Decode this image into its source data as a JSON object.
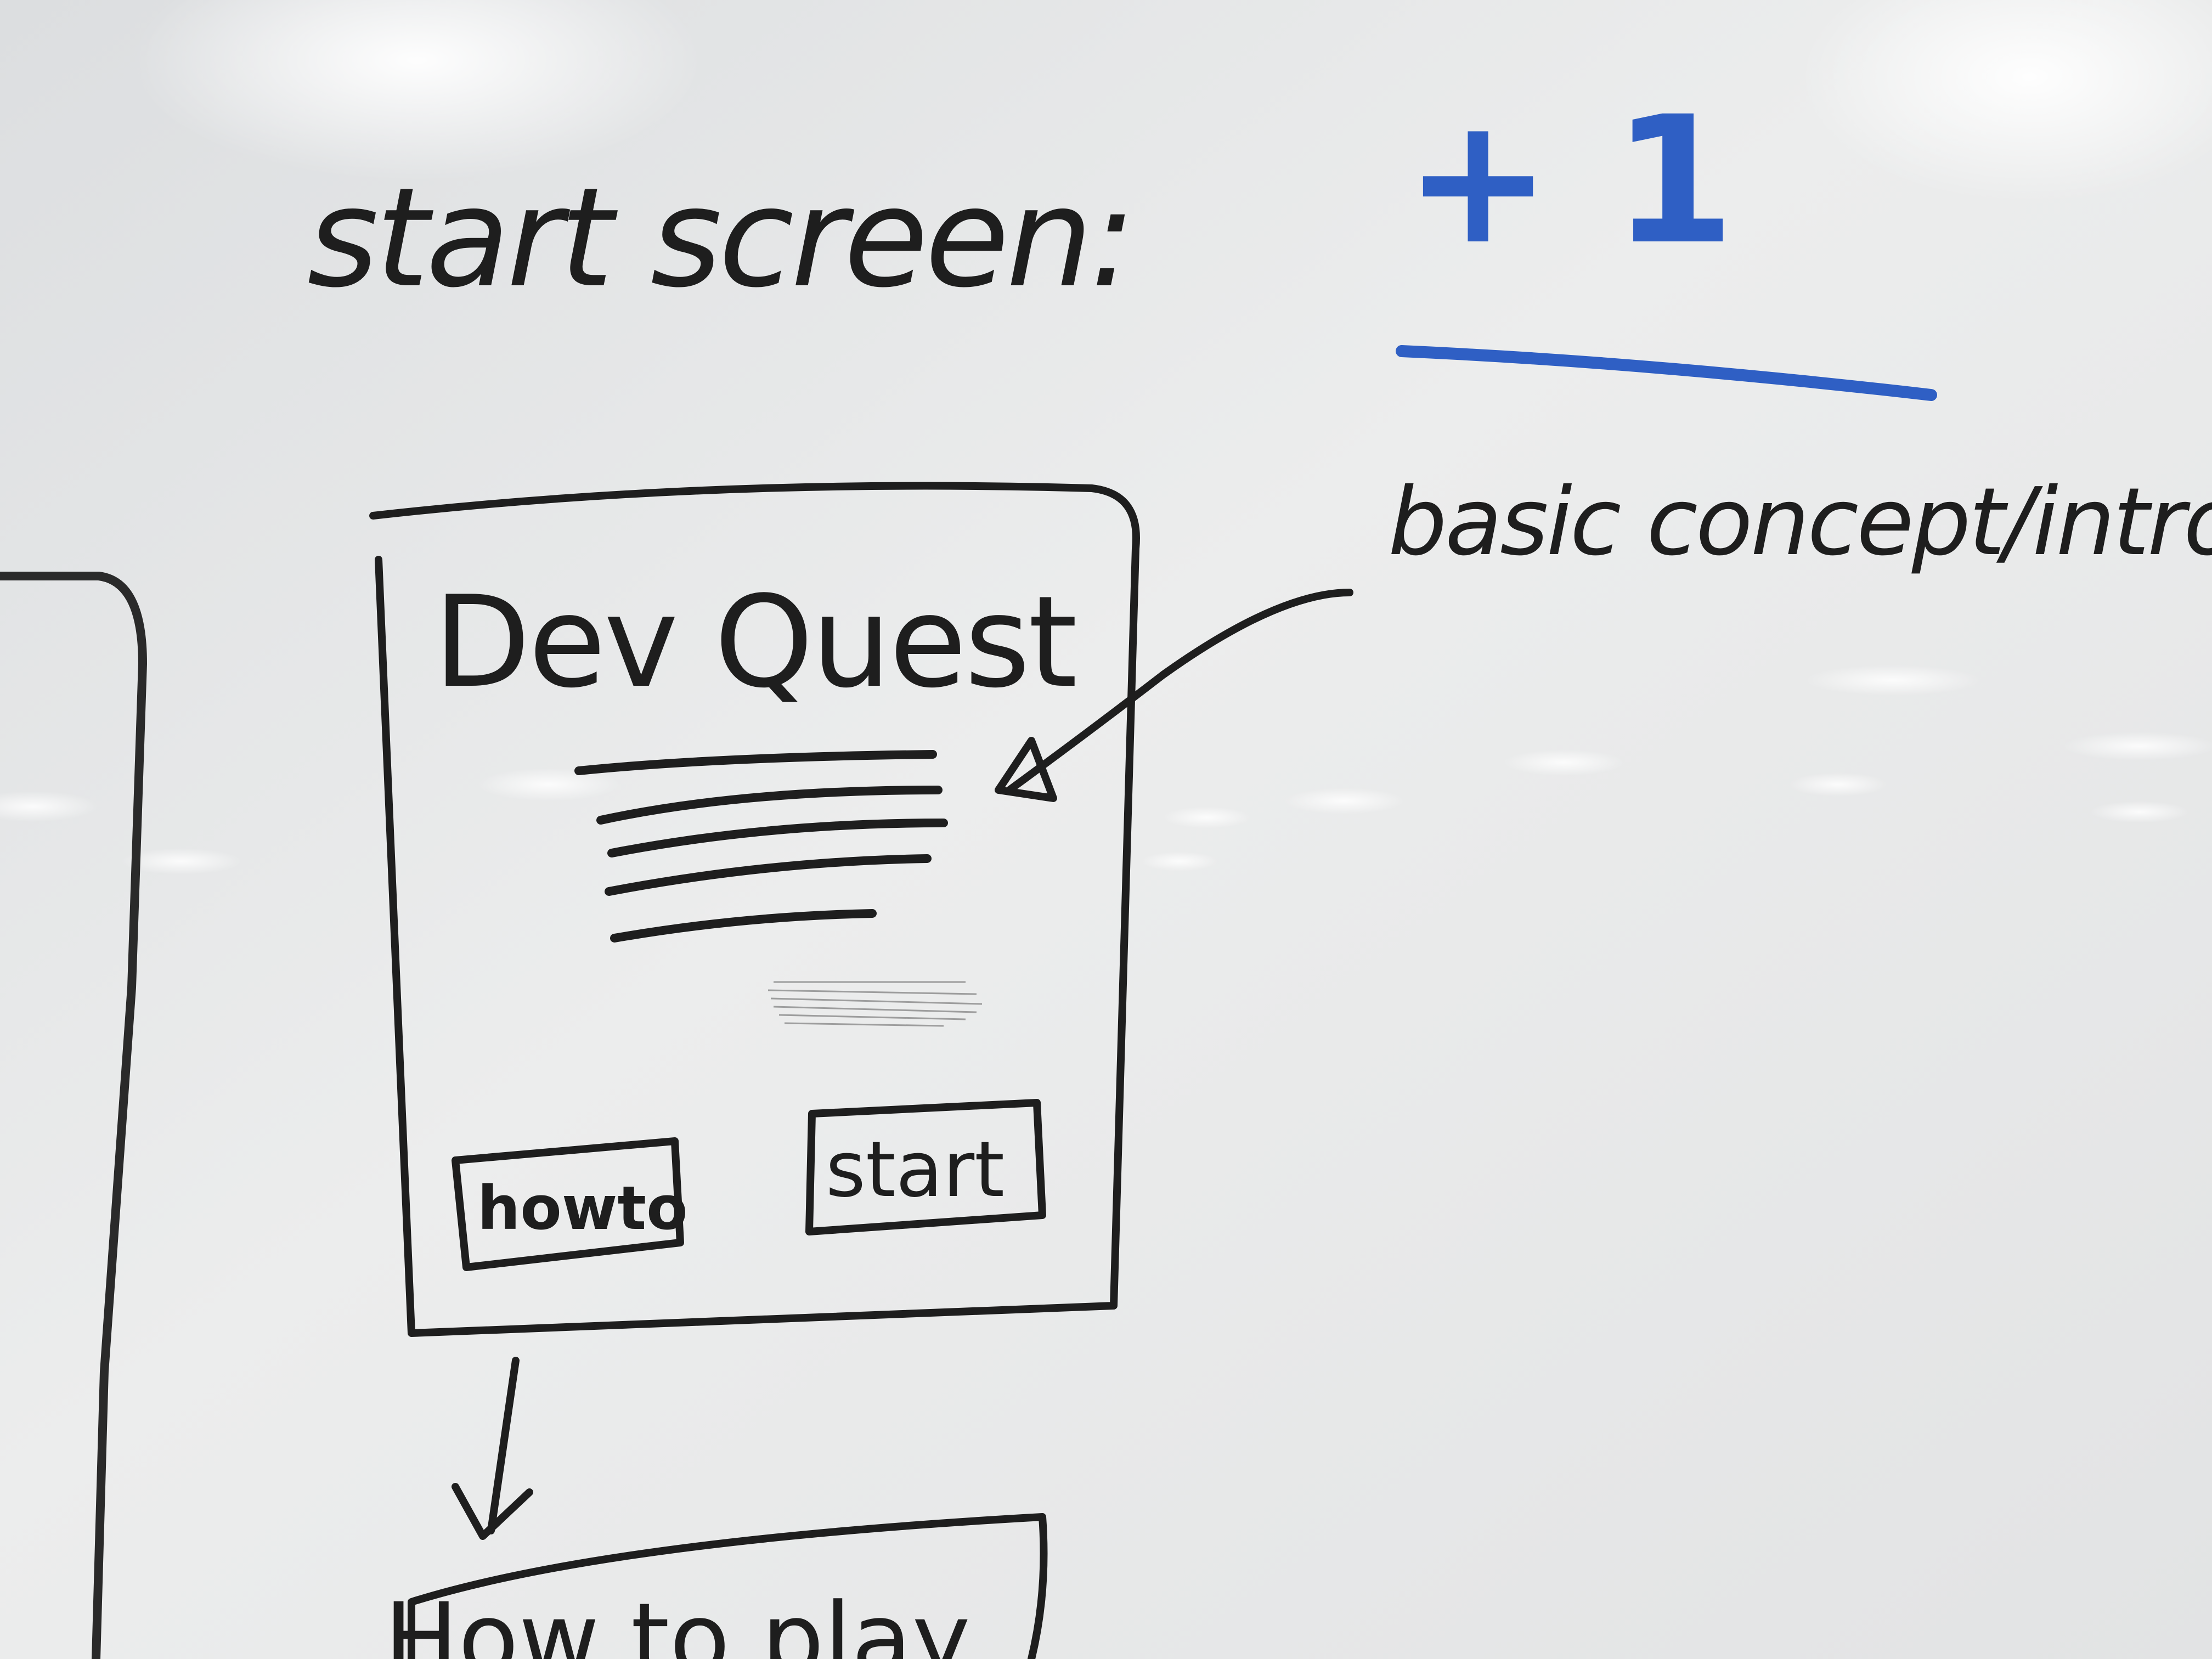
{
  "board": {
    "heading": "start screen:",
    "vote": "+ 1",
    "annotation": "basic concept/intro",
    "mockup": {
      "title": "Dev Quest",
      "buttons": {
        "howto": "howto",
        "start": "start"
      }
    },
    "next_screen_label": "How to play"
  },
  "colors": {
    "marker_black": "#1e1e1e",
    "marker_blue": "#2f5fc4",
    "whiteboard": "#e9eaeb"
  }
}
